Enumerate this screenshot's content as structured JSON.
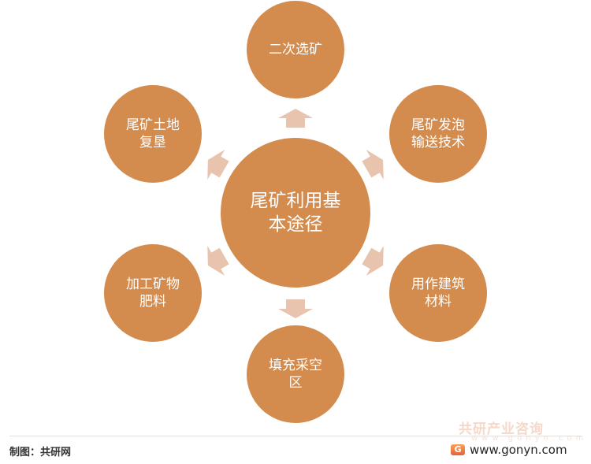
{
  "center": "尾矿利用基本途径",
  "nodes": {
    "top": "二次选矿",
    "upper_right": "尾矿发泡输送技术",
    "lower_right": "用作建筑材料",
    "bottom": "填充采空区",
    "lower_left": "加工矿物肥料",
    "upper_left": "尾矿土地复垦"
  },
  "footer": {
    "credit": "制图：共研网",
    "watermark": "共研产业咨询",
    "watermark_url": "www.gonyn.com",
    "site": "www.gonyn.com",
    "logo": "G"
  },
  "colors": {
    "circle": "#d38b4e",
    "arrow": "#e8c4ae"
  }
}
